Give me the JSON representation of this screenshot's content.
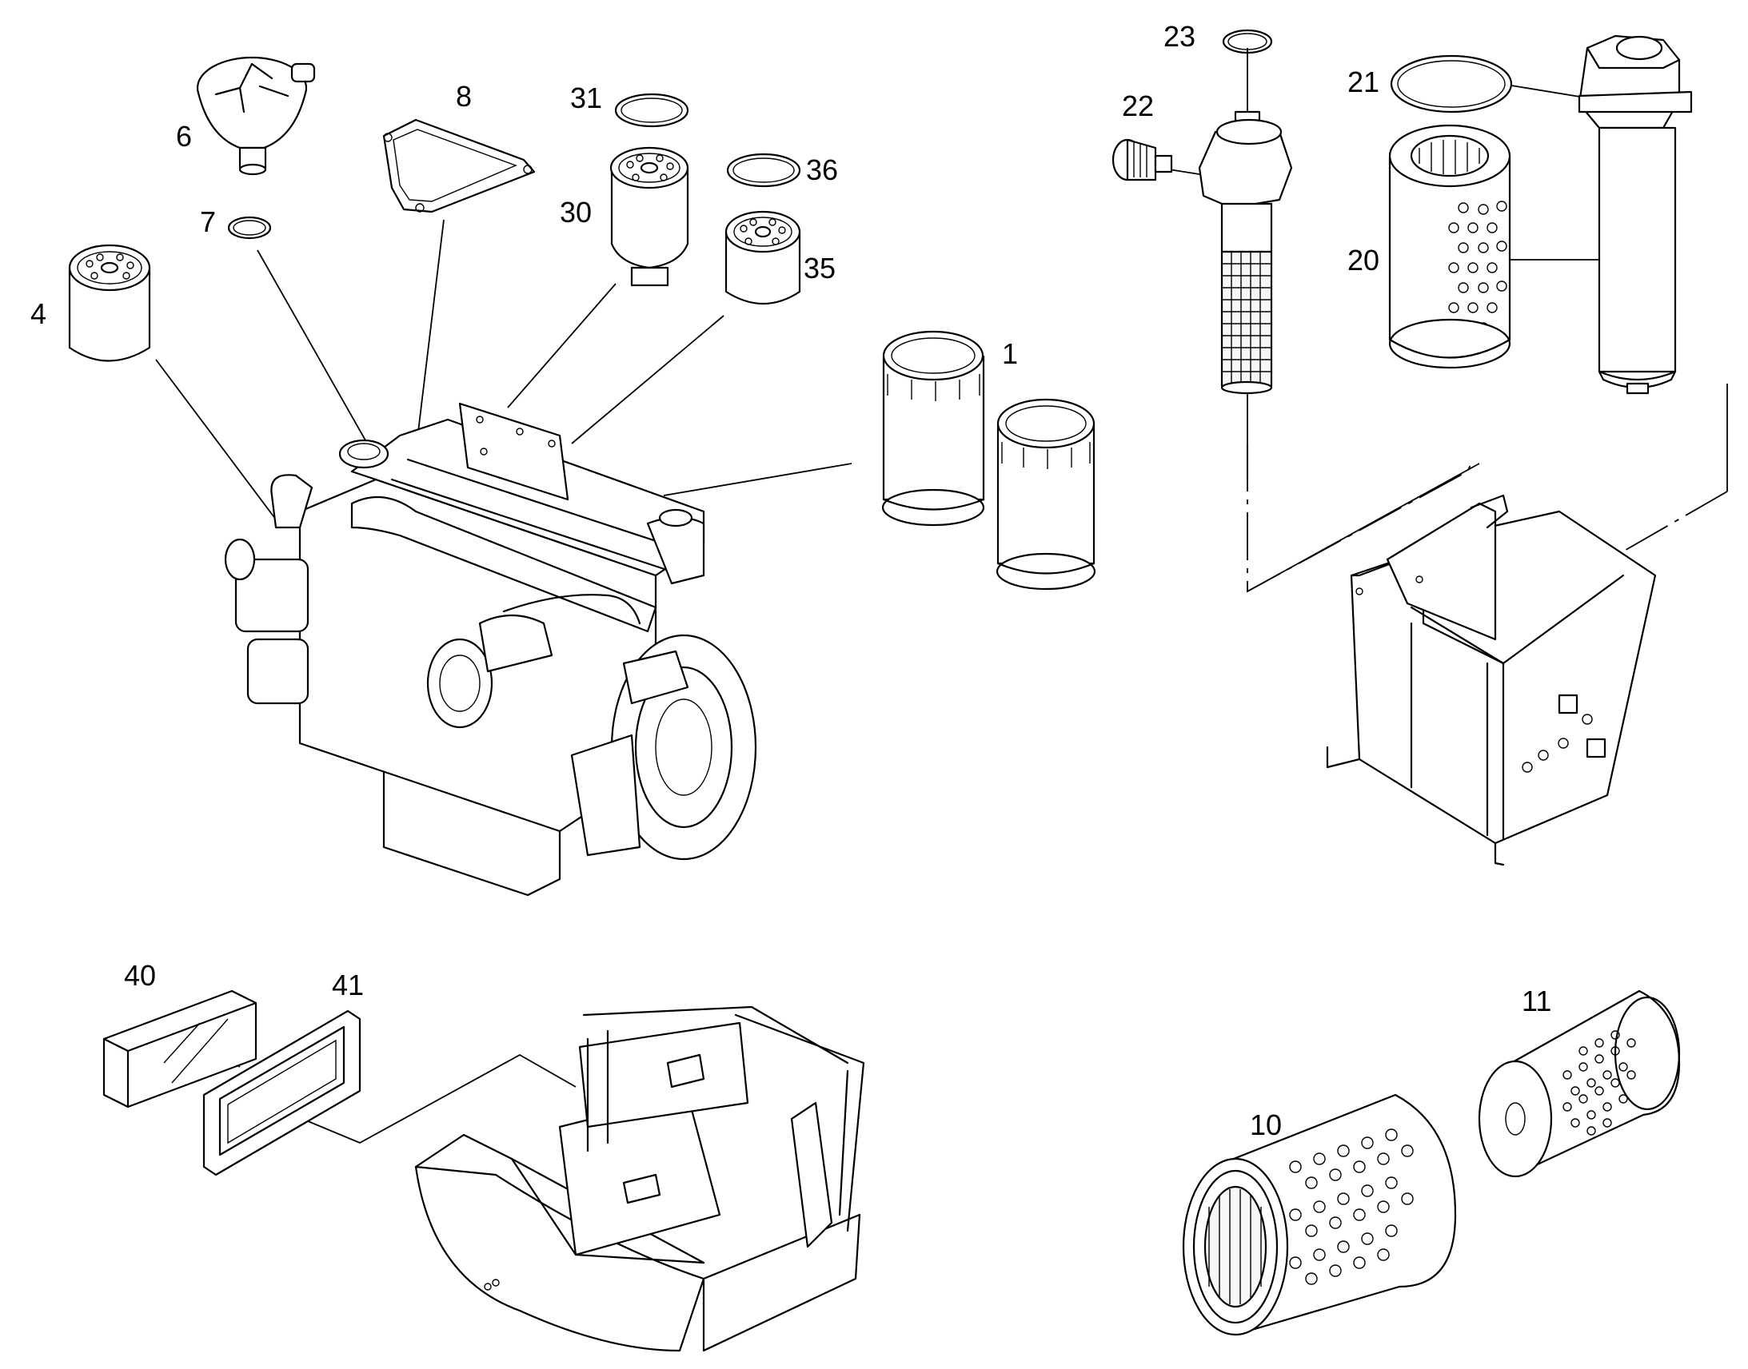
{
  "diagram": {
    "callouts": [
      {
        "id": "c1",
        "label": "1"
      },
      {
        "id": "c4",
        "label": "4"
      },
      {
        "id": "c6",
        "label": "6"
      },
      {
        "id": "c7",
        "label": "7"
      },
      {
        "id": "c8",
        "label": "8"
      },
      {
        "id": "c10",
        "label": "10"
      },
      {
        "id": "c11",
        "label": "11"
      },
      {
        "id": "c20",
        "label": "20"
      },
      {
        "id": "c21",
        "label": "21"
      },
      {
        "id": "c22",
        "label": "22"
      },
      {
        "id": "c23",
        "label": "23"
      },
      {
        "id": "c30",
        "label": "30"
      },
      {
        "id": "c31",
        "label": "31"
      },
      {
        "id": "c35",
        "label": "35"
      },
      {
        "id": "c36",
        "label": "36"
      },
      {
        "id": "c40",
        "label": "40"
      },
      {
        "id": "c41",
        "label": "41"
      }
    ]
  }
}
